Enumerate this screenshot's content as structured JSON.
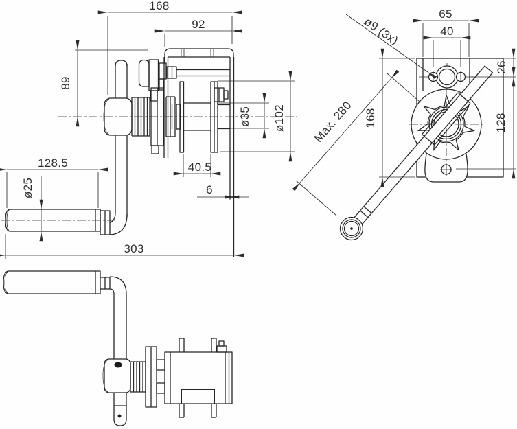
{
  "page": {
    "title": "Hand winch – dimensioned technical drawing (3 views)",
    "background": "#fefefe"
  },
  "colors": {
    "line": "#262626",
    "text": "#2e2e2e",
    "dark_detail": "#1c1c1c"
  },
  "dims": {
    "side": {
      "overall_width": "168",
      "frame_width": "92",
      "handle_height": "89",
      "shaft_diameter": "ø35",
      "drum_diameter": "ø102",
      "drum_inner_width": "40.5",
      "plate_thickness": "6",
      "grip_length": "128.5",
      "grip_diameter": "ø25",
      "overall_length": "303"
    },
    "front": {
      "bolt_note": "ø9 (3x)",
      "boss_width": "65",
      "hole_spacing": "40",
      "top_hole_offset": "26",
      "hole_span": "128",
      "plate_height": "168",
      "crank_radius": "Max. 280"
    }
  }
}
